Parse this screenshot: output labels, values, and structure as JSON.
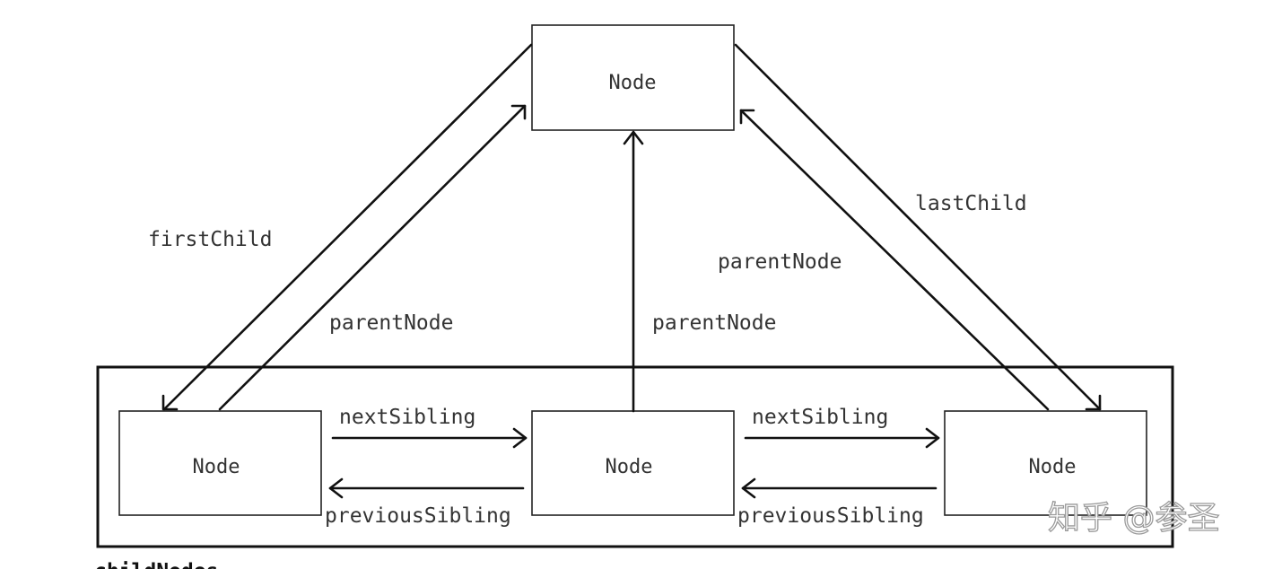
{
  "nodes": {
    "top": "Node",
    "left": "Node",
    "middle": "Node",
    "right": "Node"
  },
  "edges": {
    "first_child": "firstChild",
    "last_child": "lastChild",
    "parent_node_left": "parentNode",
    "parent_node_middle": "parentNode",
    "parent_node_right": "parentNode",
    "next_sibling_1": "nextSibling",
    "next_sibling_2": "nextSibling",
    "previous_sibling_1": "previousSibling",
    "previous_sibling_2": "previousSibling"
  },
  "group_caption": "childNodes",
  "watermark": "知乎 @参圣"
}
